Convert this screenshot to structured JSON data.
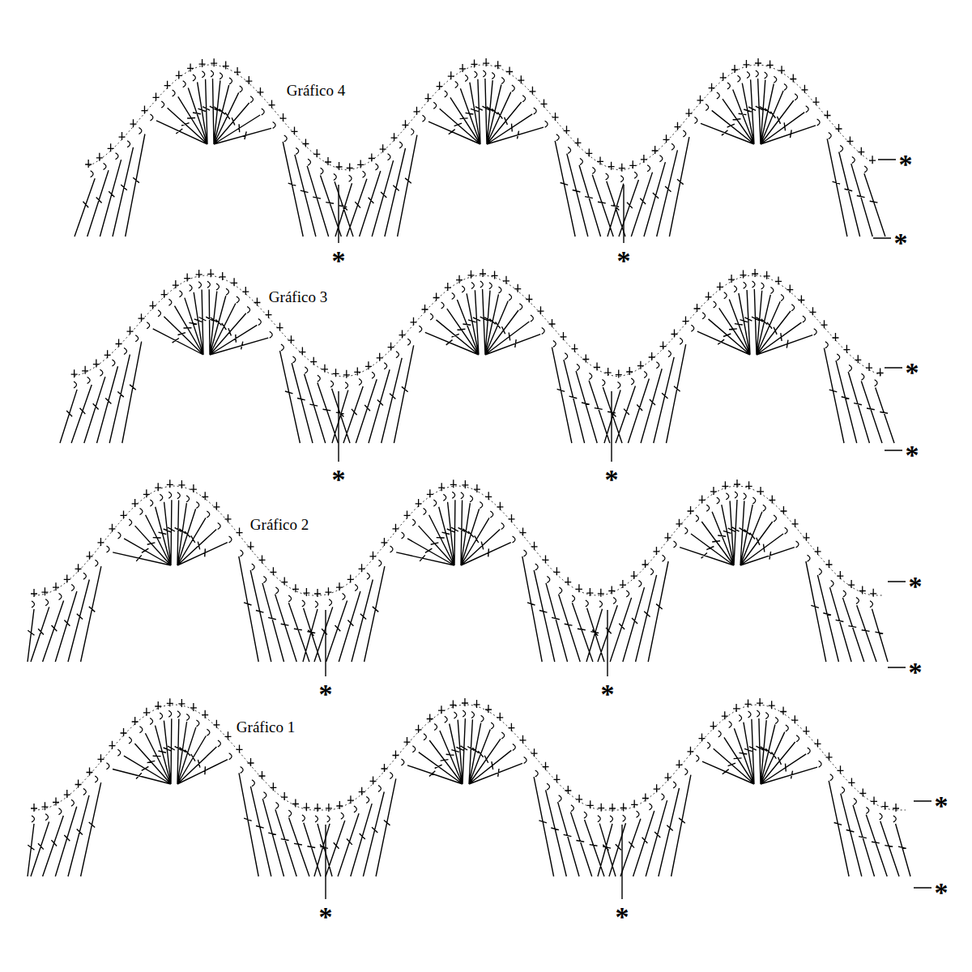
{
  "diagram": {
    "labels": [
      "Gráfico 4",
      "*",
      "*",
      "*",
      "*",
      "Gráfico 3",
      "*",
      "*",
      "*",
      "*",
      "Gráfico 2",
      "*",
      "*",
      "*",
      "*",
      "Gráfico 1",
      "*",
      "*",
      "*",
      "*"
    ]
  }
}
